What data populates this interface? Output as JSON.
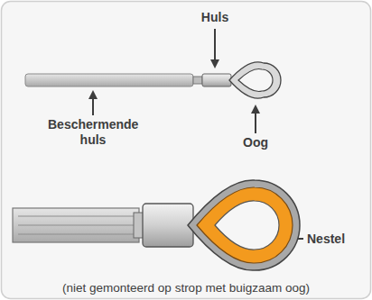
{
  "diagram": {
    "labels": [
      "Huls",
      "Beschermende huls",
      "Oog",
      "Nestel",
      "(niet gemonteerd op strop met buigzaam oog)"
    ]
  }
}
